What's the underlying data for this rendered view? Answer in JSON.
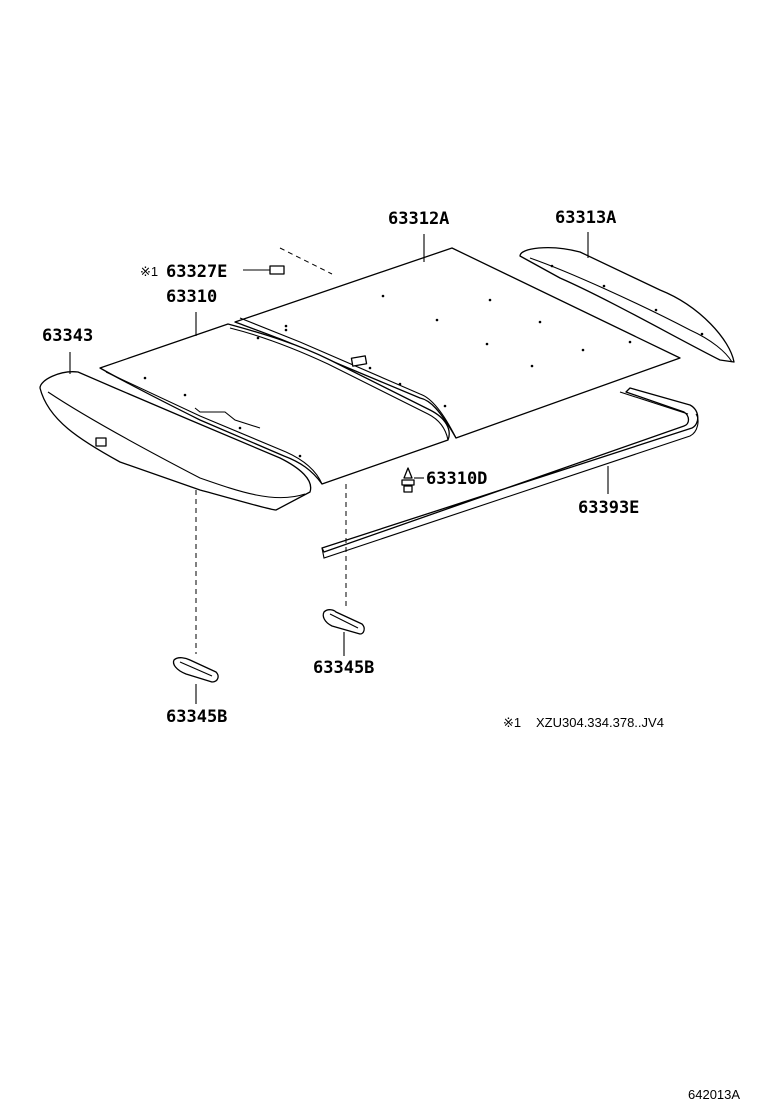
{
  "parts": {
    "p63312A": "63312A",
    "p63313A": "63313A",
    "p63327E": "63327E",
    "p63327E_mark": "※1",
    "p63310": "63310",
    "p63343": "63343",
    "p63310D": "63310D",
    "p63393E": "63393E",
    "p63345B_right": "63345B",
    "p63345B_left": "63345B"
  },
  "footnote": {
    "mark": "※1",
    "text": "XZU304.334.378..JV4"
  },
  "diagram_ref": "642013A"
}
